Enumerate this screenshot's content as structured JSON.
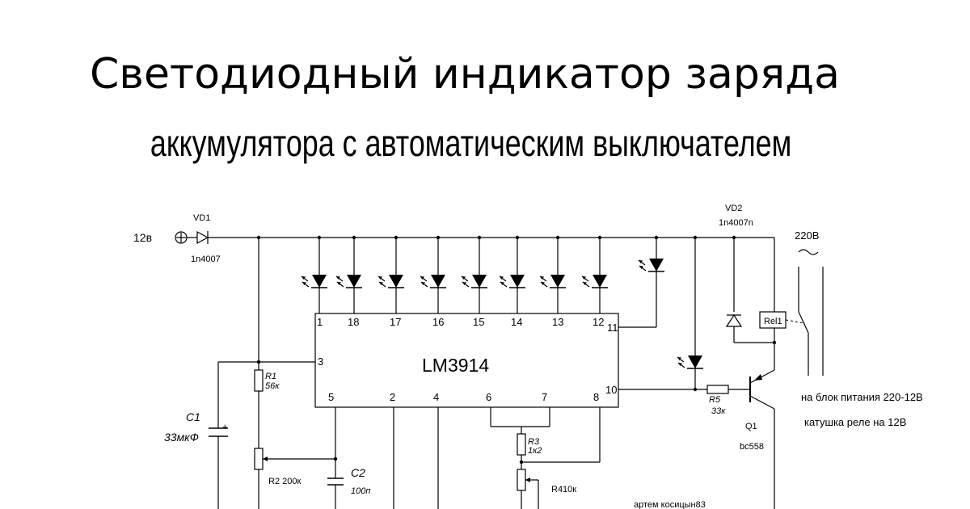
{
  "title": {
    "line1": "Светодиодный индикатор заряда",
    "line2": "аккумулятора с автоматическим выключателем"
  },
  "schematic": {
    "input_voltage": "12в",
    "vd1_name": "VD1",
    "vd1_value": "1n4007",
    "vd2_name": "VD2",
    "vd2_value": "1n4007n",
    "mains_voltage": "220В",
    "ic_name": "LM3914",
    "pins_top": [
      "1",
      "18",
      "17",
      "16",
      "15",
      "14",
      "13",
      "12"
    ],
    "pin_11": "11",
    "pin_3": "3",
    "pin_10": "10",
    "pins_bottom": [
      "5",
      "2",
      "4",
      "6",
      "7",
      "8"
    ],
    "r1_name": "R1",
    "r1_value": "56к",
    "r2_label": "R2 200к",
    "r3_name": "R3",
    "r3_value": "1к2",
    "r4_label": "R410к",
    "r5_name": "R5",
    "r5_value": "33к",
    "c1_name": "C1",
    "c1_value": "33мкФ",
    "c1_polarity": "+",
    "c2_name": "C2",
    "c2_value": "100п",
    "q1_name": "Q1",
    "q1_value": "bc558",
    "relay_name": "Rel1",
    "note_power": "на блок питания 220-12В",
    "note_coil": "катушка реле на 12В",
    "author": "артем косицын83"
  }
}
